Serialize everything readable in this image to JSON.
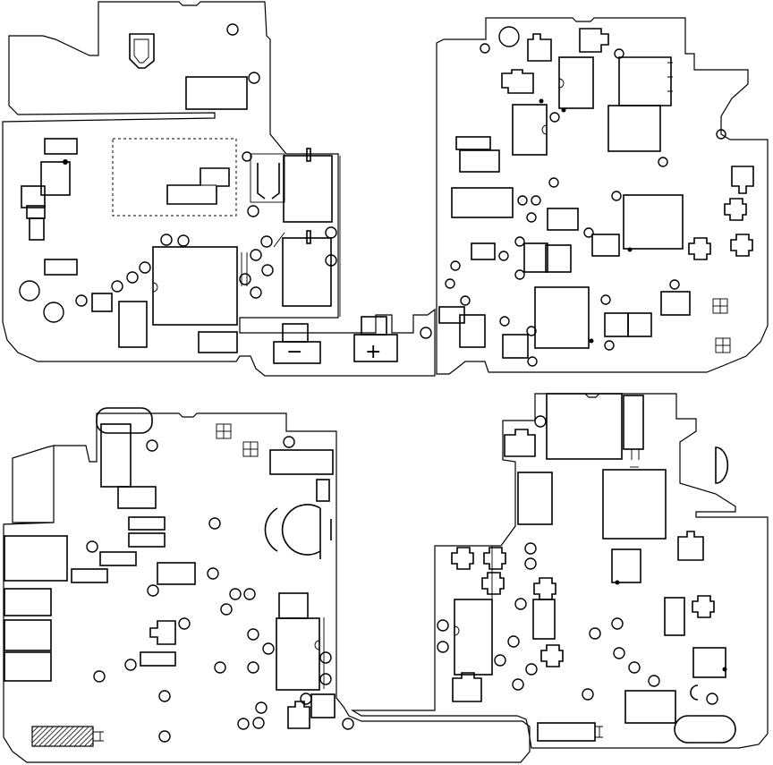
{
  "diagram": {
    "kind": "pcb-component-layout",
    "boards": [
      {
        "id": "top-left"
      },
      {
        "id": "top-right"
      },
      {
        "id": "bottom-left"
      },
      {
        "id": "bottom-right"
      }
    ],
    "battery_terminals": {
      "negative": "−",
      "positive": "+"
    }
  }
}
